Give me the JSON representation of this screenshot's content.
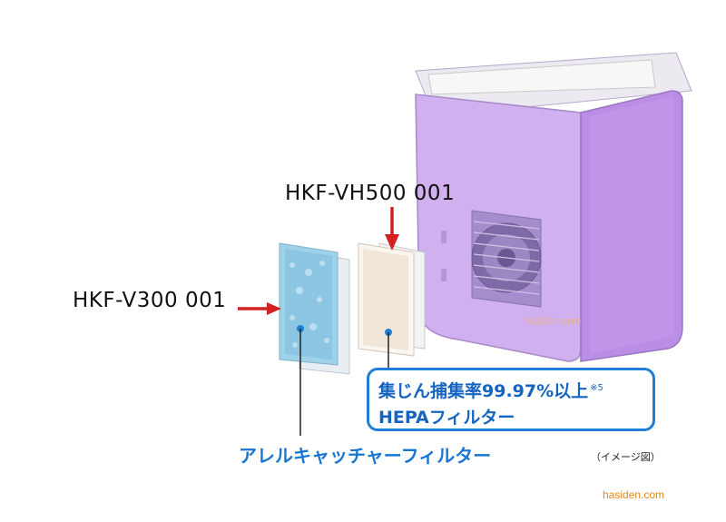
{
  "labels": {
    "model_top": "HKF-VH500 001",
    "model_left": "HKF-V300 001"
  },
  "callout": {
    "line1": "集じん捕集率99.97%以上",
    "line1_note": "※5",
    "line2": "HEPAフィルター"
  },
  "allergen_label": "アレルキャッチャーフィルター",
  "image_note": "（イメージ図）",
  "watermark": "hasiden.com",
  "watermark_faint": "hasiden.com",
  "colors": {
    "arrow": "#d32020",
    "accent_blue": "#1f7fd8",
    "unit_body": "#c8a3ea",
    "watermark": "#e08a1a"
  }
}
